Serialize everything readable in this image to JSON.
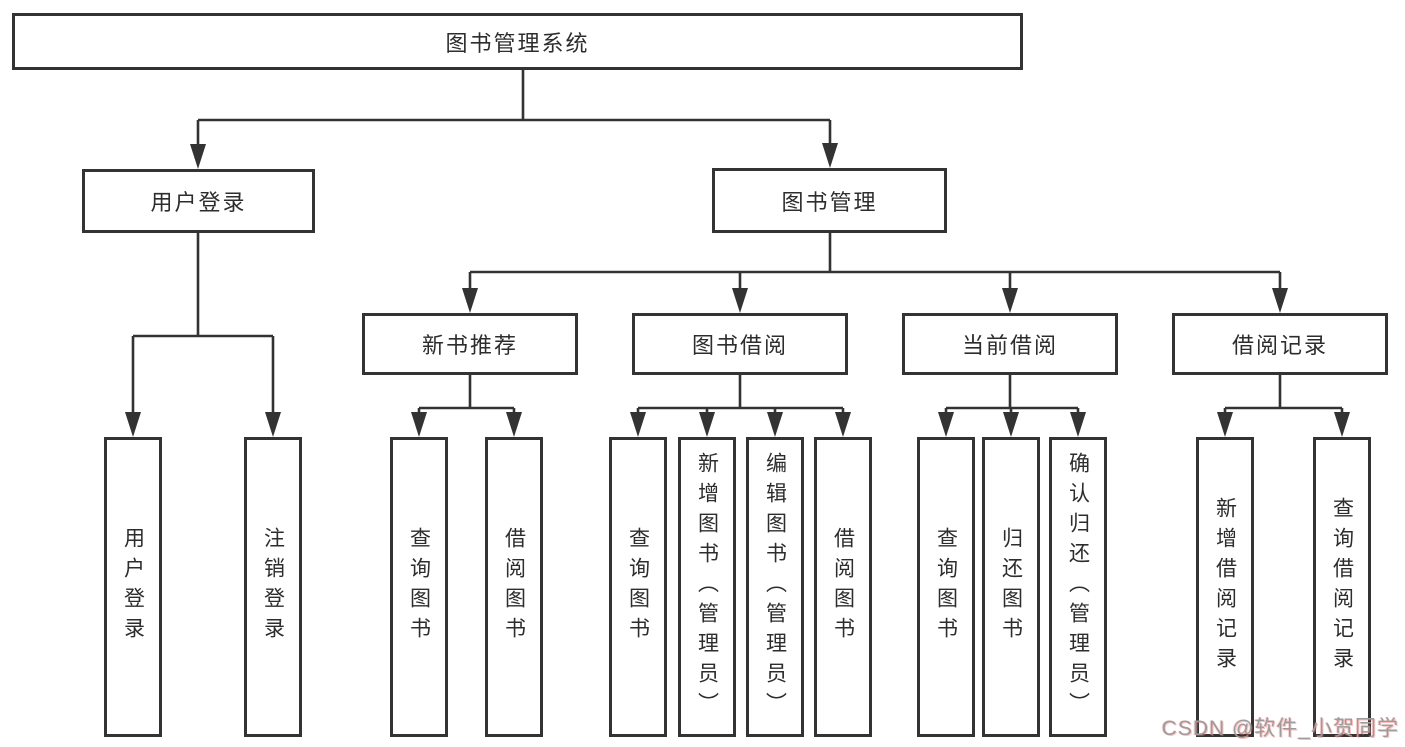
{
  "tree": {
    "root": {
      "label": "图书管理系统"
    },
    "branches": [
      {
        "label": "用户登录",
        "children": [
          {
            "label": "用户登录"
          },
          {
            "label": "注销登录"
          }
        ]
      },
      {
        "label": "图书管理",
        "groups": [
          {
            "label": "新书推荐",
            "children": [
              {
                "label": "查询图书"
              },
              {
                "label": "借阅图书"
              }
            ]
          },
          {
            "label": "图书借阅",
            "children": [
              {
                "label": "查询图书"
              },
              {
                "label": "新增图书（管理员）"
              },
              {
                "label": "编辑图书（管理员）"
              },
              {
                "label": "借阅图书"
              }
            ]
          },
          {
            "label": "当前借阅",
            "children": [
              {
                "label": "查询图书"
              },
              {
                "label": "归还图书"
              },
              {
                "label": "确认归还（管理员）"
              }
            ]
          },
          {
            "label": "借阅记录",
            "children": [
              {
                "label": "新增借阅记录"
              },
              {
                "label": "查询借阅记录"
              }
            ]
          }
        ]
      }
    ]
  },
  "watermark": {
    "text": "CSDN @软件_小贺同学"
  },
  "colors": {
    "line": "#333333",
    "box_border": "#333333",
    "text": "#2d2d2d",
    "background": "#ffffff",
    "watermark_gray": "#9c9c9c",
    "watermark_pink": "#fc6e6e"
  }
}
